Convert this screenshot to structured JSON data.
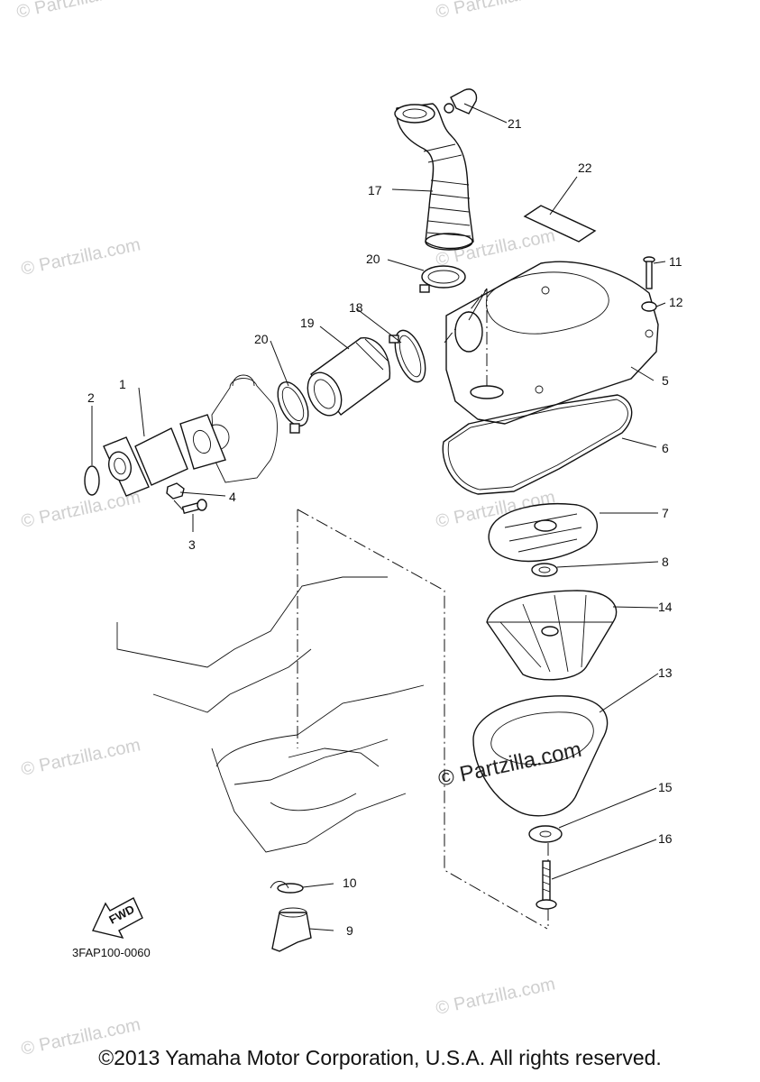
{
  "watermark": "© Partzilla.com",
  "center_watermark": "© Partzilla.com",
  "diagram_code": "3FAP100-0060",
  "fwd_label": "FWD",
  "copyright": "©2013 Yamaha Motor Corporation, U.S.A. All rights reserved.",
  "callouts": [
    "1",
    "2",
    "3",
    "4",
    "5",
    "6",
    "7",
    "8",
    "9",
    "10",
    "11",
    "12",
    "13",
    "14",
    "15",
    "16",
    "17",
    "18",
    "19",
    "20",
    "20",
    "21",
    "22"
  ]
}
